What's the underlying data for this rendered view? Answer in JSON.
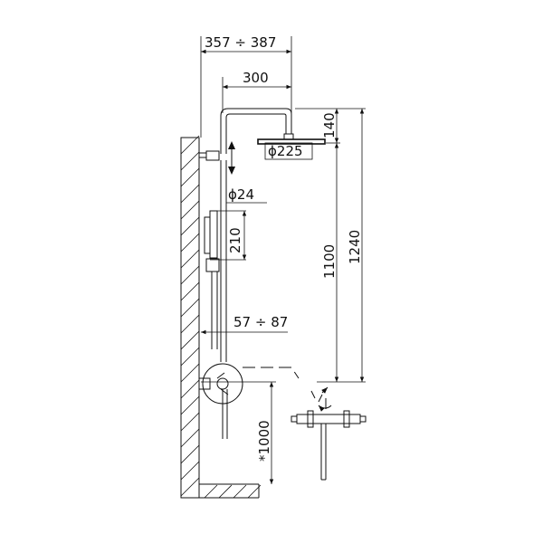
{
  "dimensions": {
    "top_width_range": "357 ÷ 387",
    "arm_length": "300",
    "head_drop": "140",
    "head_diameter": "ϕ225",
    "bar_diameter": "ϕ24",
    "slide_travel": "210",
    "height_head": "1100",
    "overall_height": "1240",
    "wall_offset_range": "57 ÷ 87",
    "install_height": "*1000"
  },
  "colors": {
    "line": "#111111",
    "background": "#ffffff"
  }
}
